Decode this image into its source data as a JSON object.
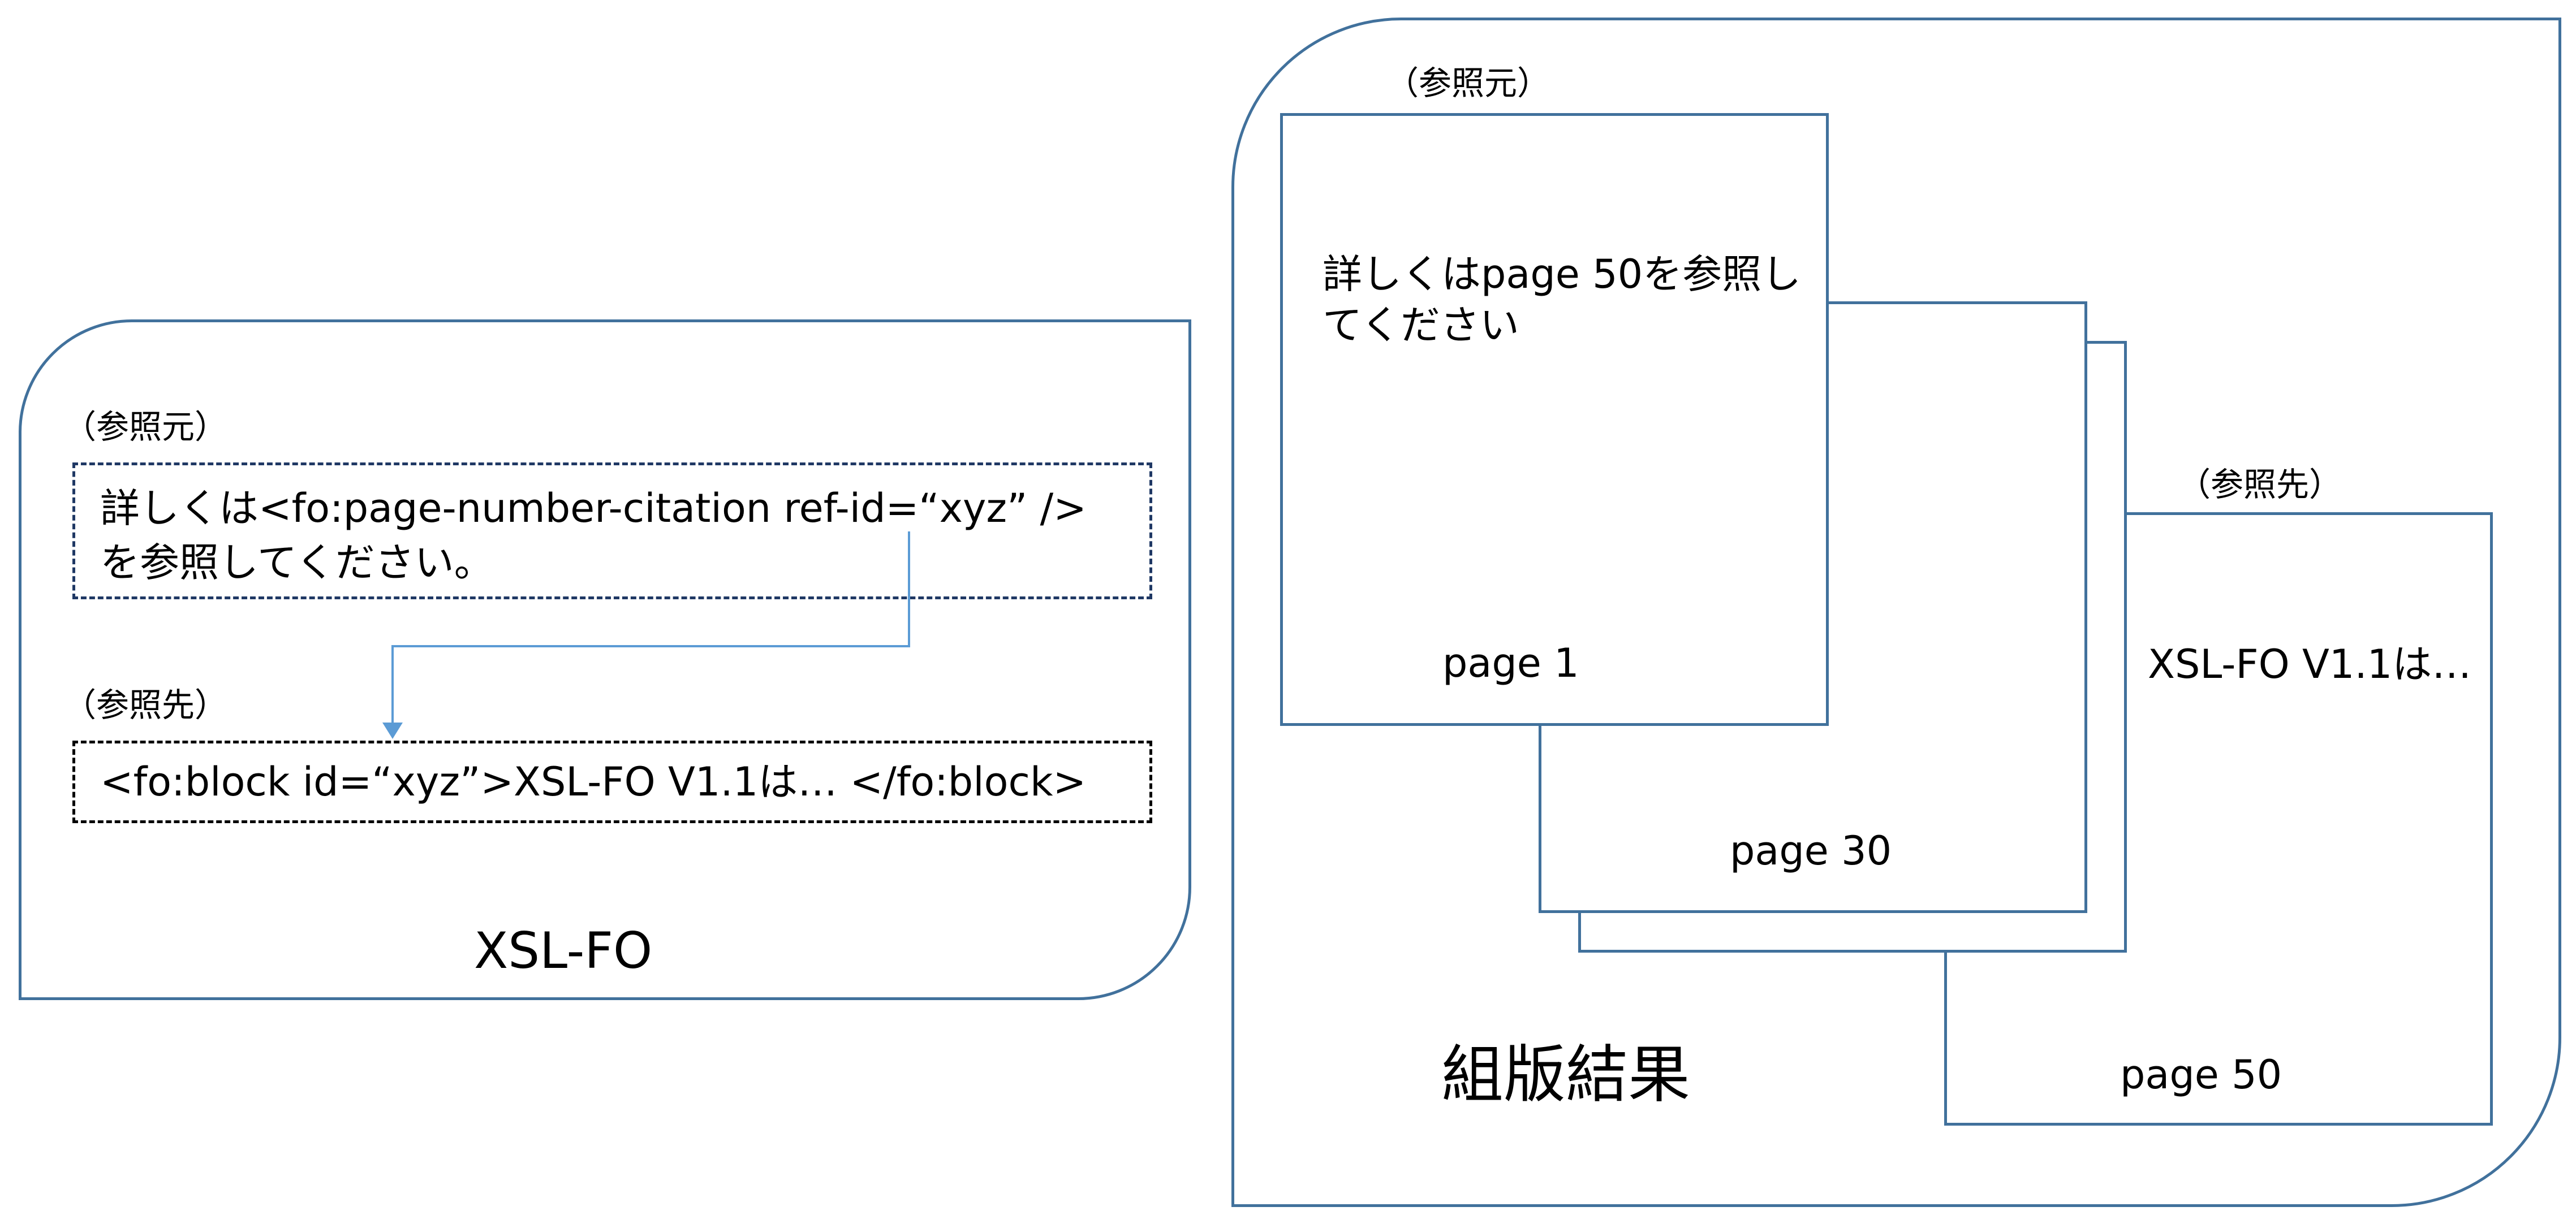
{
  "xslfo": {
    "title": "XSL-FO",
    "source_label": "（参照元）",
    "source_text": "詳しくは<fo:page-number-citation ref-id=“xyz” />を参照してください。",
    "target_label": "（参照先）",
    "target_text": "<fo:block id=“xyz”>XSL-FO V1.1は… </fo:block>"
  },
  "result": {
    "title": "組版結果",
    "source_label": "（参照元）",
    "target_label": "（参照先）",
    "page1": {
      "text": "詳しくはpage 50を参照してください",
      "label": "page 1"
    },
    "page30": {
      "label": "page 30"
    },
    "page50": {
      "text": "XSL-FO V1.1は…",
      "label": "page 50"
    }
  },
  "colors": {
    "border": "#41719c",
    "arrow": "#5b9bd5",
    "dashed_source": "#1f3864",
    "dashed_target": "#000000"
  }
}
